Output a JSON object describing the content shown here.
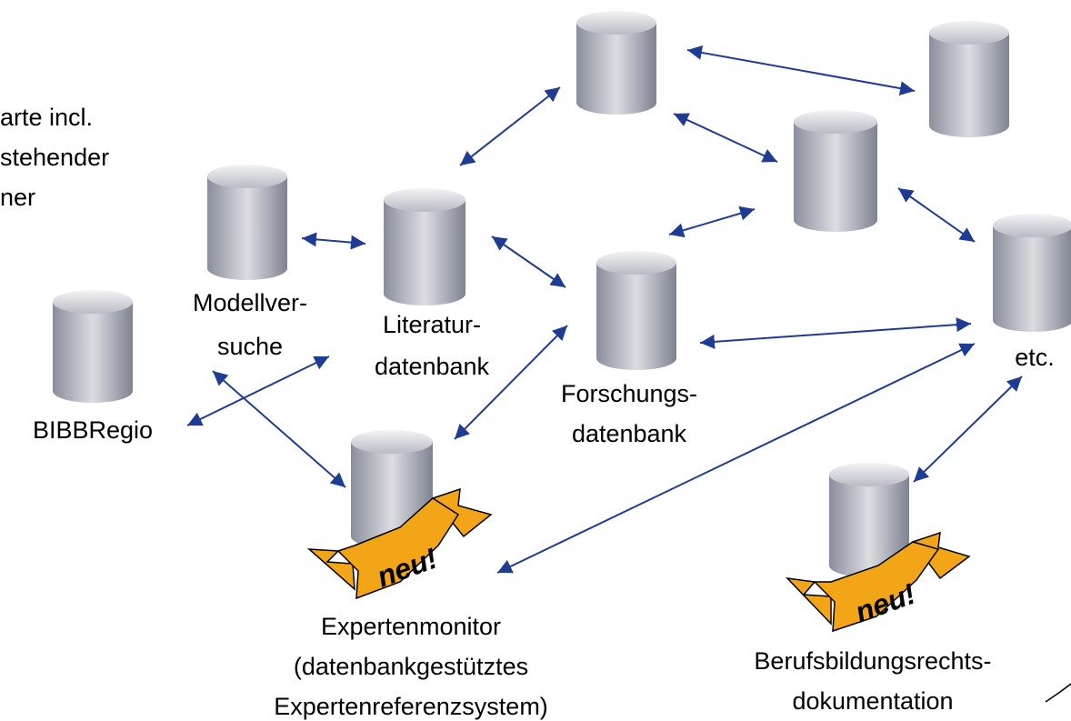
{
  "intro_text": {
    "line1": "arte incl.",
    "line2": "stehender",
    "line3": "ner"
  },
  "databases": {
    "bibbregio": {
      "label": "BIBBRegio"
    },
    "modellversuche": {
      "line1": "Modellver-",
      "line2": "suche"
    },
    "literaturdatenbank": {
      "line1": "Literatur-",
      "line2": "datenbank"
    },
    "forschungsdatenbank": {
      "line1": "Forschungs-",
      "line2": "datenbank"
    },
    "etc": {
      "label": "etc."
    },
    "expertenmonitor": {
      "line1": "Expertenmonitor",
      "line2": "(datenbankgestütztes",
      "line3": "Expertenreferenzsystem)"
    },
    "berufsbildungsrecht": {
      "line1": "Berufsbildungsrechts-",
      "line2": "dokumentation"
    }
  },
  "banners": {
    "expertenmonitor_badge": "neu!",
    "berufsbildungsrecht_badge": "neu!"
  },
  "colors": {
    "arrow": "#1f3c95",
    "cylinder_dark": "#808494",
    "cylinder_light": "#dfe0e5",
    "banner": "#f2a516"
  }
}
